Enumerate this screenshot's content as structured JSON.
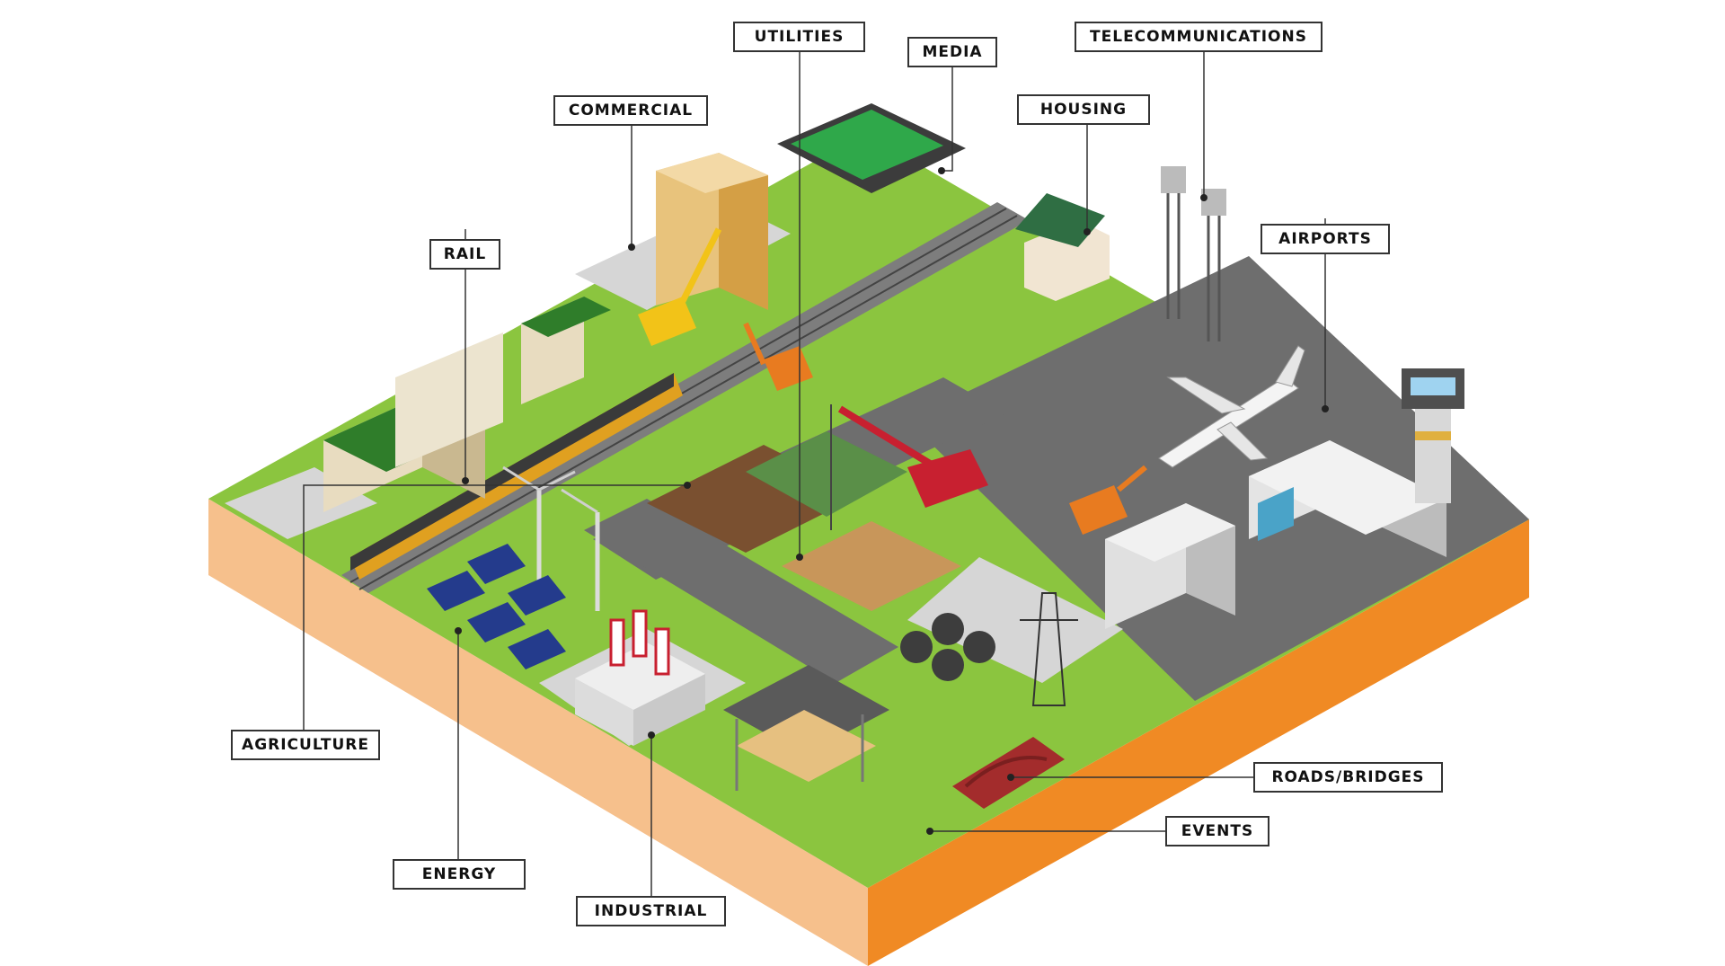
{
  "labels": {
    "utilities": "UTILITIES",
    "media": "MEDIA",
    "telecommunications": "TELECOMMUNICATIONS",
    "commercial": "COMMERCIAL",
    "housing": "HOUSING",
    "rail": "RAIL",
    "airports": "AIRPORTS",
    "agriculture": "AGRICULTURE",
    "roads_bridges": "ROADS/BRIDGES",
    "events": "EVENTS",
    "energy": "ENERGY",
    "industrial": "INDUSTRIAL"
  },
  "colors": {
    "grass": "#8bc53f",
    "soil_front": "#f6c08c",
    "soil_side": "#f08a24",
    "road": "#6e6e6e",
    "pavement": "#d6d6d6",
    "leader_line": "#333333"
  },
  "icons": [
    "train-icon",
    "building-icon",
    "house-icon",
    "tower-icon",
    "airplane-icon",
    "control-tower-icon",
    "solar-panel-icon",
    "factory-icon",
    "crane-icon",
    "excavator-icon",
    "bridge-icon",
    "stage-icon",
    "pylon-icon",
    "wind-turbine-icon",
    "pipe-icon"
  ]
}
